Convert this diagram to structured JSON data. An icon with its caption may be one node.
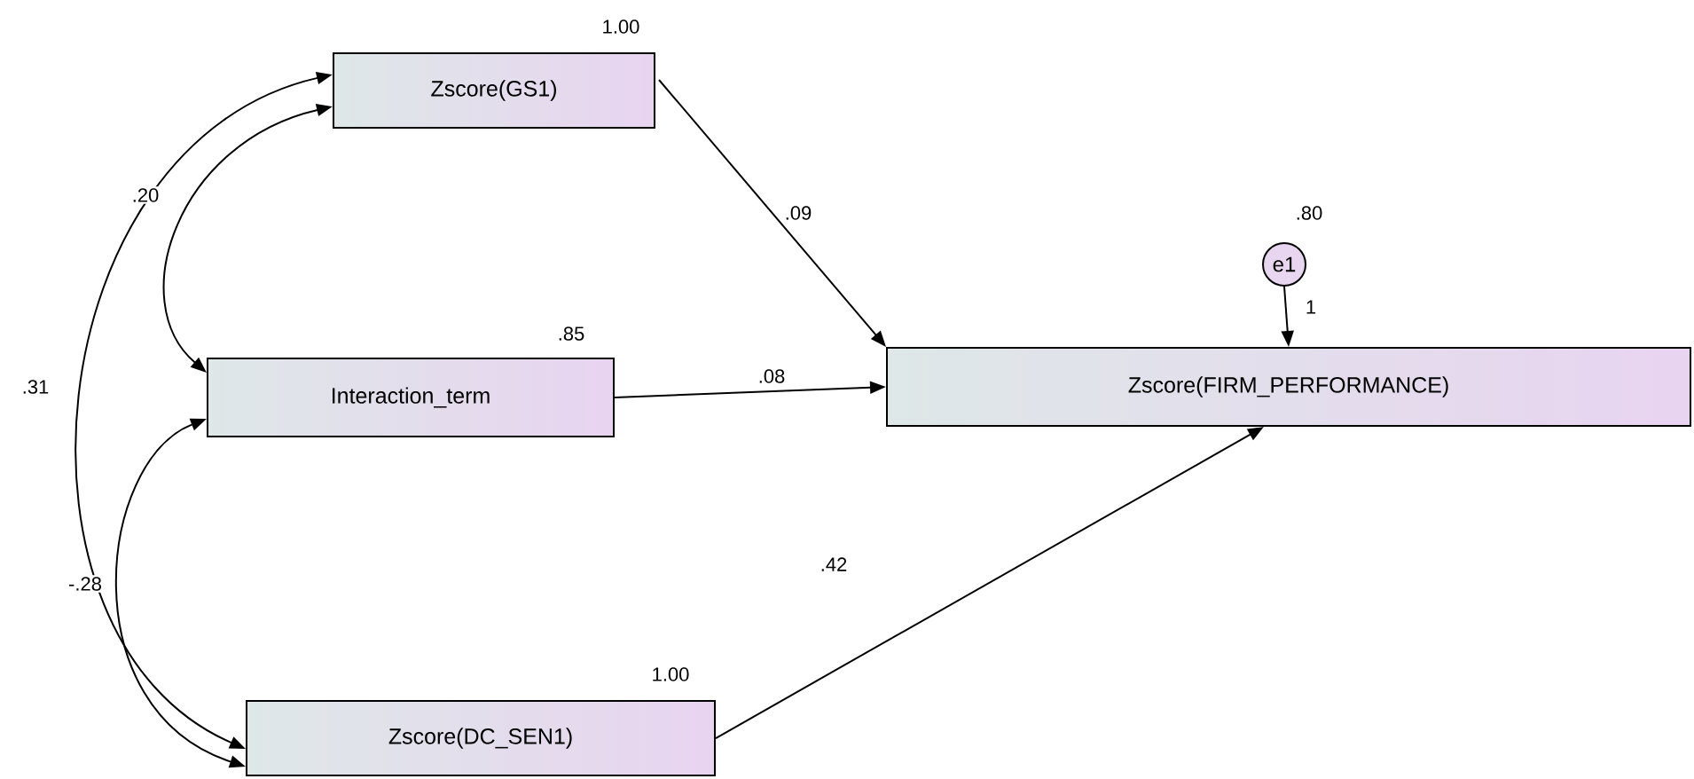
{
  "diagram": {
    "nodes": [
      {
        "text": [
          "Zscore(GS1)"
        ],
        "beside": [
          "1.00"
        ]
      },
      {
        "text": [
          "Interaction_term"
        ],
        "beside": [
          ".85"
        ]
      },
      {
        "text": [
          "Zscore(DC_SEN1)"
        ],
        "beside": [
          "1.00"
        ]
      },
      {
        "text": [
          "Zscore(FIRM_PERFORMANCE)"
        ]
      },
      {
        "text": [
          "e1"
        ],
        "beside": [
          ".80"
        ]
      }
    ],
    "edges": [
      {
        "from": 0,
        "to": 3,
        "arrow": "to",
        "label": ".09"
      },
      {
        "from": 1,
        "to": 3,
        "arrow": "to",
        "label": ".08"
      },
      {
        "from": 2,
        "to": 3,
        "arrow": "to",
        "label": ".42"
      },
      {
        "from": 4,
        "to": 3,
        "arrow": "to",
        "label": "1"
      },
      {
        "from": 0,
        "to": 1,
        "arrow": "both",
        "label": ".20"
      },
      {
        "from": 0,
        "to": 2,
        "arrow": "both",
        "label": ".31"
      },
      {
        "from": 1,
        "to": 2,
        "arrow": "both",
        "label": "-.28"
      }
    ]
  }
}
